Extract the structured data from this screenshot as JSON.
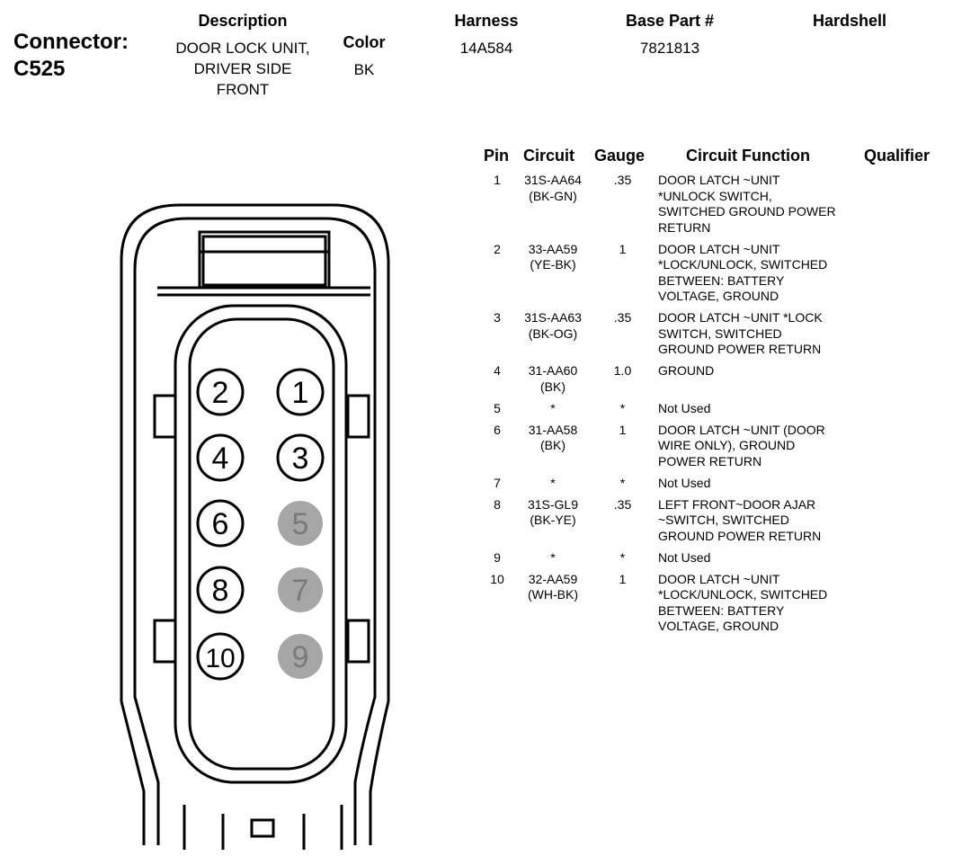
{
  "connector": {
    "label": "Connector:",
    "id": "C525"
  },
  "description": {
    "header": "Description",
    "lines": [
      "DOOR LOCK UNIT,",
      "DRIVER SIDE",
      "FRONT"
    ]
  },
  "color": {
    "header": "Color",
    "value": "BK"
  },
  "harness": {
    "header": "Harness",
    "value": "14A584"
  },
  "base_part": {
    "header": "Base Part #",
    "value": "7821813"
  },
  "hardshell": {
    "header": "Hardshell"
  },
  "table": {
    "headers": {
      "pin": "Pin",
      "circuit": "Circuit",
      "gauge": "Gauge",
      "function": "Circuit Function",
      "qualifier": "Qualifier"
    },
    "rows": [
      {
        "pin": "1",
        "circuit": [
          "31S-AA64",
          "(BK-GN)"
        ],
        "gauge": ".35",
        "function": [
          "DOOR LATCH ~UNIT",
          "*UNLOCK SWITCH,",
          "SWITCHED GROUND POWER",
          "RETURN"
        ]
      },
      {
        "pin": "2",
        "circuit": [
          "33-AA59",
          "(YE-BK)"
        ],
        "gauge": "1",
        "function": [
          "DOOR LATCH ~UNIT",
          "*LOCK/UNLOCK, SWITCHED",
          "BETWEEN: BATTERY",
          "VOLTAGE, GROUND"
        ]
      },
      {
        "pin": "3",
        "circuit": [
          "31S-AA63",
          "(BK-OG)"
        ],
        "gauge": ".35",
        "function": [
          "DOOR LATCH ~UNIT *LOCK",
          "SWITCH, SWITCHED",
          "GROUND POWER RETURN"
        ]
      },
      {
        "pin": "4",
        "circuit": [
          "31-AA60",
          "(BK)"
        ],
        "gauge": "1.0",
        "function": [
          "GROUND"
        ]
      },
      {
        "pin": "5",
        "circuit": [
          "*"
        ],
        "gauge": "*",
        "function": [
          "Not Used"
        ]
      },
      {
        "pin": "6",
        "circuit": [
          "31-AA58",
          "(BK)"
        ],
        "gauge": "1",
        "function": [
          "DOOR LATCH ~UNIT (DOOR",
          "WIRE ONLY), GROUND",
          "POWER RETURN"
        ]
      },
      {
        "pin": "7",
        "circuit": [
          "*"
        ],
        "gauge": "*",
        "function": [
          "Not Used"
        ]
      },
      {
        "pin": "8",
        "circuit": [
          "31S-GL9",
          "(BK-YE)"
        ],
        "gauge": ".35",
        "function": [
          "LEFT FRONT~DOOR AJAR",
          "~SWITCH, SWITCHED",
          "GROUND POWER RETURN"
        ]
      },
      {
        "pin": "9",
        "circuit": [
          "*"
        ],
        "gauge": "*",
        "function": [
          "Not Used"
        ]
      },
      {
        "pin": "10",
        "circuit": [
          "32-AA59",
          "(WH-BK)"
        ],
        "gauge": "1",
        "function": [
          "DOOR LATCH ~UNIT",
          "*LOCK/UNLOCK, SWITCHED",
          "BETWEEN: BATTERY",
          "VOLTAGE, GROUND"
        ]
      }
    ]
  },
  "face_pins": [
    {
      "label": "2",
      "used": true
    },
    {
      "label": "1",
      "used": true
    },
    {
      "label": "4",
      "used": true
    },
    {
      "label": "3",
      "used": true
    },
    {
      "label": "6",
      "used": true
    },
    {
      "label": "5",
      "used": false
    },
    {
      "label": "8",
      "used": true
    },
    {
      "label": "7",
      "used": false
    },
    {
      "label": "10",
      "used": true
    },
    {
      "label": "9",
      "used": false
    }
  ],
  "colors": {
    "unused_pin": "#a6a6a6",
    "line": "#000000"
  }
}
